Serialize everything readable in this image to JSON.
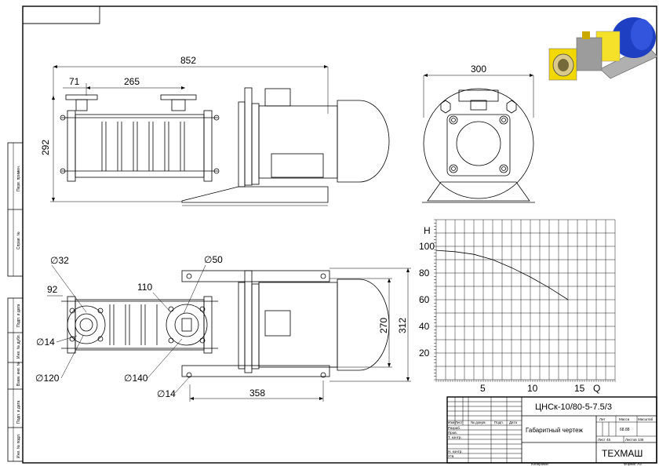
{
  "dimensions": {
    "side": {
      "overall": "852",
      "d71": "71",
      "d265": "265",
      "height": "292"
    },
    "front": {
      "width": "300"
    },
    "top": {
      "d32": "∅32",
      "d50": "∅50",
      "d92": "92",
      "d110": "110",
      "d14a": "∅14",
      "d120": "∅120",
      "d140": "∅140",
      "d14b": "∅14",
      "d358": "358",
      "d270": "270",
      "d312": "312"
    }
  },
  "chart_data": {
    "type": "line",
    "title": "",
    "xlabel": "Q",
    "ylabel": "H",
    "xlim": [
      0,
      19
    ],
    "ylim": [
      0,
      120
    ],
    "xticks": [
      "5",
      "10",
      "15"
    ],
    "yticks": [
      "20",
      "40",
      "60",
      "80",
      "100"
    ],
    "grid": true,
    "series": [
      {
        "x": [
          0,
          2,
          4,
          6,
          8,
          10,
          12,
          14
        ],
        "y": [
          97,
          96,
          94,
          90,
          84,
          77,
          69,
          60
        ]
      }
    ]
  },
  "title_block": {
    "designation": "ЦНСк-10/80-5-7.5/3",
    "doc_name": "Габаритный чертеж",
    "company": "ТЕХМАШ",
    "col_lit": "Лит",
    "col_mass": "Масса",
    "col_scale": "Масштаб",
    "mass": "68.88",
    "sheet": "Лист 45",
    "sheets": "Листов 136",
    "rev_headers": [
      "Изм",
      "Лист",
      "№ докум.",
      "Подп.",
      "Дата"
    ],
    "roles": [
      "Разраб.",
      "Пров.",
      "Т. контр.",
      "Н. контр.",
      "Утв."
    ],
    "copied": "Копировал",
    "format": "Формат A3"
  },
  "side_stamps": [
    "Перв. примен.",
    "Справ. №",
    "Подп. и дата",
    "Инв. № дубл.",
    "Взам. инв. №",
    "Подп. и дата",
    "Инв. № подл."
  ]
}
